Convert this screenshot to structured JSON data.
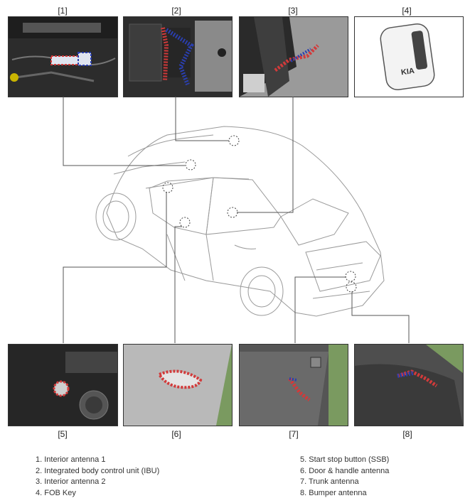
{
  "callouts": [
    "[1]",
    "[2]",
    "[3]",
    "[4]",
    "[5]",
    "[6]",
    "[7]",
    "[8]"
  ],
  "legend": [
    "1. Interior antenna 1",
    "2. Integrated body control unit (IBU)",
    "3. Interior antenna 2",
    "4. FOB Key",
    "5. Start stop button (SSB)",
    "6. Door & handle antenna",
    "7. Trunk antenna",
    "8. Bumper antenna"
  ],
  "key_logo_text": "KIA"
}
